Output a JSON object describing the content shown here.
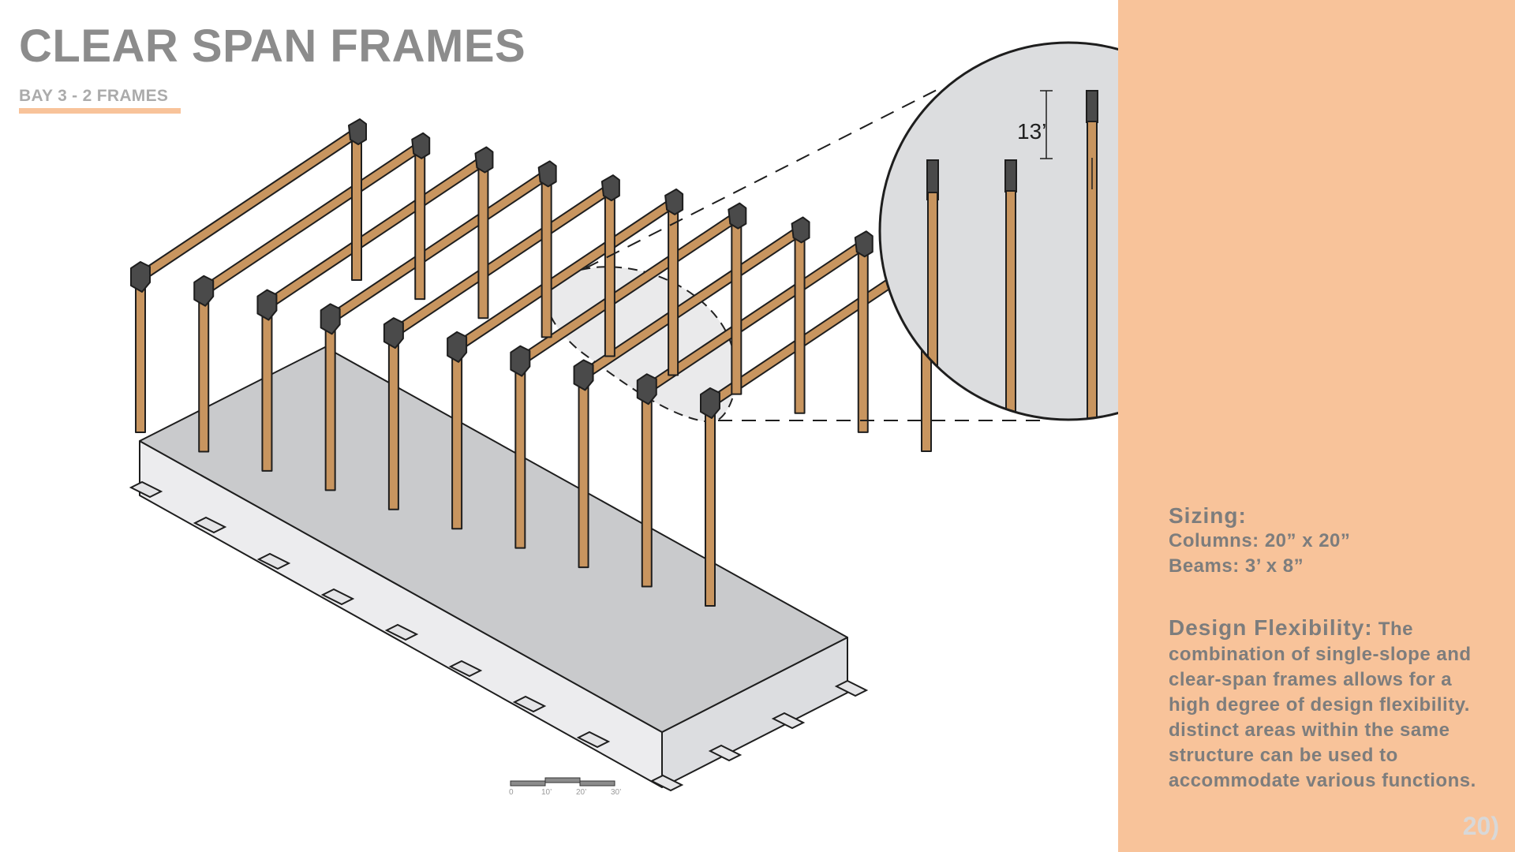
{
  "header": {
    "title": "CLEAR SPAN FRAMES",
    "subtitle": "BAY 3 - 2 FRAMES"
  },
  "diagram": {
    "callout_dimension": "13’",
    "scale_bar": {
      "labels": [
        "0",
        "10’",
        "20’",
        "30’"
      ]
    }
  },
  "sidebar": {
    "sizing_heading": "Sizing:",
    "columns": "Columns: 20” x 20”",
    "beams": "Beams: 3’ x 8”",
    "flexibility_heading": "Design Flexibility:",
    "flexibility_body": " The combination of single-slope and clear-span frames allows for a high degree of design flexibility. distinct areas within the same structure can be used to accommodate various functions."
  },
  "page_number": "20)",
  "colors": {
    "accent": "#f8c39a",
    "wood": "#c8955f",
    "slab": "#c9cacc",
    "joint": "#4a4a4a",
    "title_gray": "#8c8c8c"
  }
}
